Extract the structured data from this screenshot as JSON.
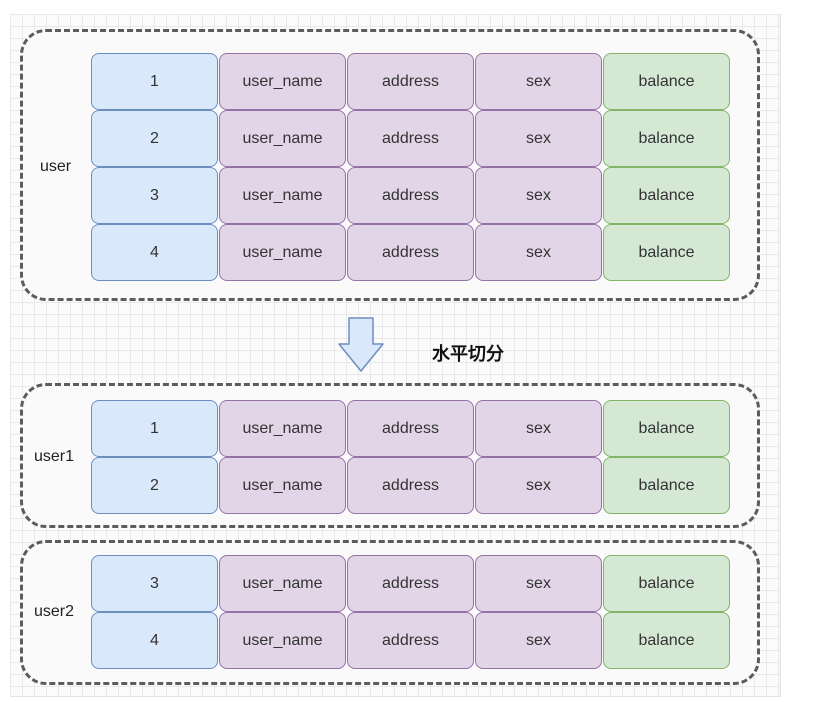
{
  "arrow_label": "水平切分",
  "groups": [
    {
      "label": "user",
      "rows": [
        {
          "id": "1",
          "name": "user_name",
          "address": "address",
          "sex": "sex",
          "balance": "balance"
        },
        {
          "id": "2",
          "name": "user_name",
          "address": "address",
          "sex": "sex",
          "balance": "balance"
        },
        {
          "id": "3",
          "name": "user_name",
          "address": "address",
          "sex": "sex",
          "balance": "balance"
        },
        {
          "id": "4",
          "name": "user_name",
          "address": "address",
          "sex": "sex",
          "balance": "balance"
        }
      ]
    },
    {
      "label": "user1",
      "rows": [
        {
          "id": "1",
          "name": "user_name",
          "address": "address",
          "sex": "sex",
          "balance": "balance"
        },
        {
          "id": "2",
          "name": "user_name",
          "address": "address",
          "sex": "sex",
          "balance": "balance"
        }
      ]
    },
    {
      "label": "user2",
      "rows": [
        {
          "id": "3",
          "name": "user_name",
          "address": "address",
          "sex": "sex",
          "balance": "balance"
        },
        {
          "id": "4",
          "name": "user_name",
          "address": "address",
          "sex": "sex",
          "balance": "balance"
        }
      ]
    }
  ],
  "colors": {
    "id_fill": "#dae8fc",
    "id_stroke": "#6c8ebf",
    "field_fill": "#e1d5e7",
    "field_stroke": "#9673a6",
    "balance_fill": "#d5e8d4",
    "balance_stroke": "#82b366",
    "arrow_fill": "#dae8fc",
    "arrow_stroke": "#6c8ebf"
  }
}
